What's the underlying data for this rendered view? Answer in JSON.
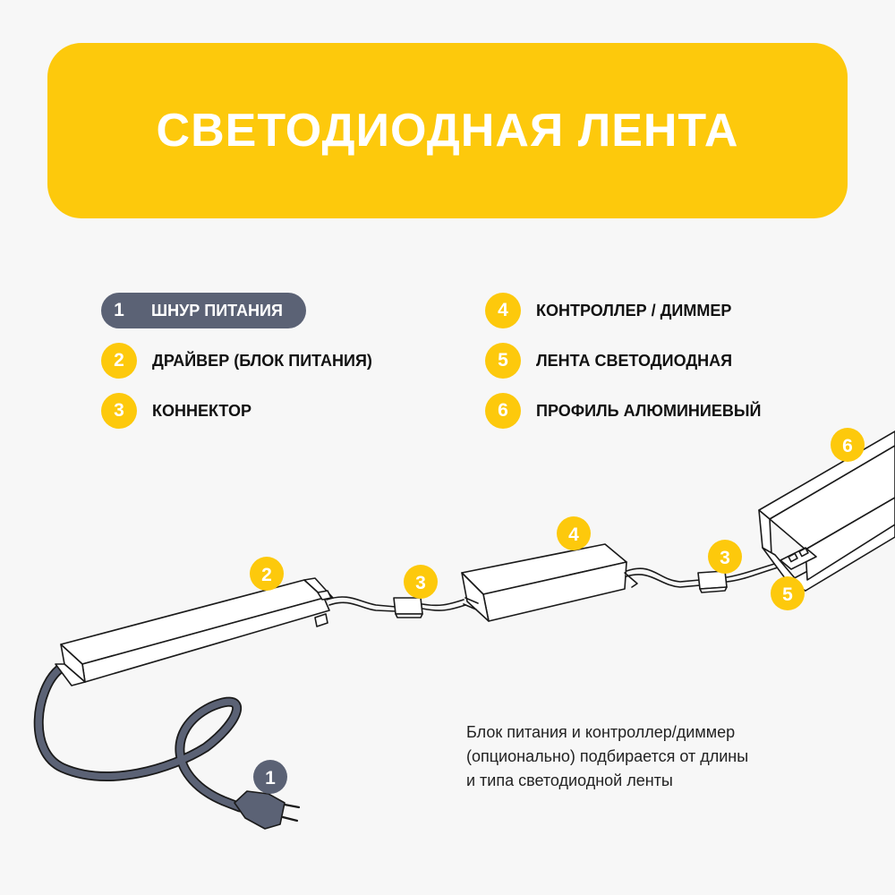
{
  "header": {
    "title": "СВЕТОДИОДНАЯ ЛЕНТА"
  },
  "legend": [
    {
      "num": "1",
      "label": "ШНУР ПИТАНИЯ"
    },
    {
      "num": "2",
      "label": "ДРАЙВЕР (БЛОК ПИТАНИЯ)"
    },
    {
      "num": "3",
      "label": "КОННЕКТОР"
    },
    {
      "num": "4",
      "label": "КОНТРОЛЛЕР / ДИММЕР"
    },
    {
      "num": "5",
      "label": "ЛЕНТА СВЕТОДИОДНАЯ"
    },
    {
      "num": "6",
      "label": "ПРОФИЛЬ АЛЮМИНИЕВЫЙ"
    }
  ],
  "diagram_labels": {
    "cord": "1",
    "driver": "2",
    "connector_a": "3",
    "controller": "4",
    "connector_b": "3",
    "strip": "5",
    "profile": "6"
  },
  "note": {
    "lines": [
      "Блок питания и контроллер/диммер",
      "(опционально) подбирается от длины",
      "и типа светодиодной ленты"
    ]
  },
  "colors": {
    "accent": "#fdc90c",
    "active_badge": "#5b6275",
    "background": "#f7f7f7",
    "line": "#1a1a1a"
  }
}
